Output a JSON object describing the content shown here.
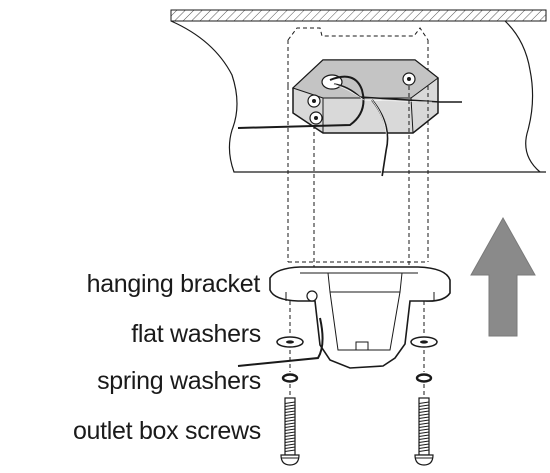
{
  "labels": {
    "hanging_bracket": "hanging bracket",
    "flat_washers": "flat washers",
    "spring_washers": "spring washers",
    "outlet_box_screws": "outlet box screws"
  },
  "icons": [
    "ceiling-icon",
    "outlet-box-icon",
    "hanging-bracket-icon",
    "flat-washer-icon",
    "spring-washer-icon",
    "screw-icon",
    "up-arrow-icon"
  ],
  "colors": {
    "line": "#1a1a1a",
    "box_fill": "#d9d9d9",
    "arrow_fill": "#8a8a8a"
  }
}
